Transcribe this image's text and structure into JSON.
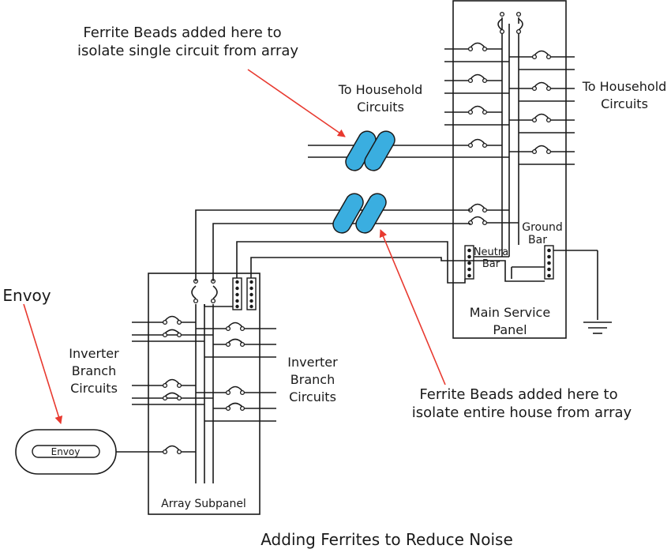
{
  "colors": {
    "line": "#1a1a1a",
    "annotation_arrow": "#e8392f",
    "ferrite_bead": "#3aaee0",
    "background": "#ffffff"
  },
  "labels": {
    "callout_top_1": "Ferrite Beads added here to",
    "callout_top_2": "isolate single circuit from array",
    "household_left_1": "To Household",
    "household_left_2": "Circuits",
    "household_right_1": "To Household",
    "household_right_2": "Circuits",
    "ground_bar_1": "Ground",
    "ground_bar_2": "Bar",
    "neutral_bar_1": "Neutra",
    "neutral_bar_2": "Bar",
    "main_panel_1": "Main Service",
    "main_panel_2": "Panel",
    "envoy_title": "Envoy",
    "envoy_device": "Envoy",
    "inverter_left_1": "Inverter",
    "inverter_left_2": "Branch",
    "inverter_left_3": "Circuits",
    "inverter_right_1": "Inverter",
    "inverter_right_2": "Branch",
    "inverter_right_3": "Circuits",
    "callout_bottom_1": "Ferrite Beads added here to",
    "callout_bottom_2": "isolate entire house from array",
    "array_subpanel": "Array Subpanel",
    "caption": "Adding Ferrites to Reduce Noise"
  },
  "icons": {
    "ferrite_bead": "ferrite-bead-icon",
    "breaker": "circuit-breaker-icon",
    "ground": "ground-symbol-icon",
    "bus_bar": "bus-bar-icon"
  }
}
